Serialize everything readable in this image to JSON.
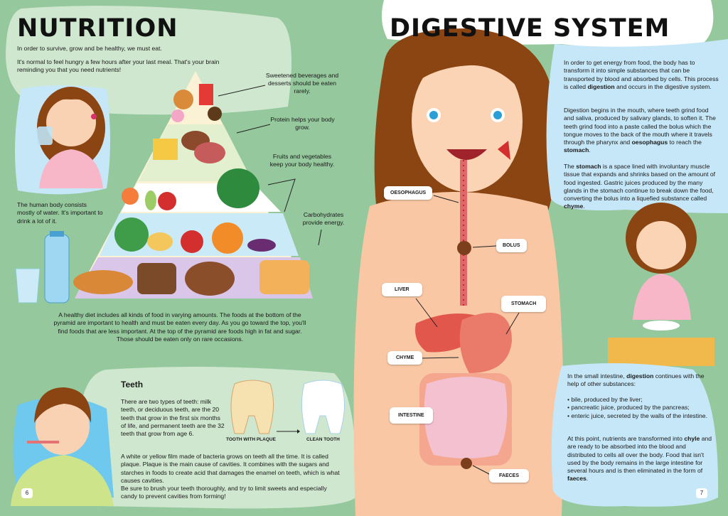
{
  "left_page": {
    "title": "NUTRITION",
    "intro_1": "In order to survive, grow and be healthy, we must eat.",
    "intro_2": "It's normal to feel hungry a few hours after your last meal. That's your brain reminding you that you need nutrients!",
    "water_note": "The human body consists mostly of water. It's important to drink a lot of it.",
    "pyramid_notes": [
      "Sweetened beverages and desserts should be eaten rarely.",
      "Protein helps your body grow.",
      "Fruits and vegetables keep your body healthy.",
      "Carbohydrates provide energy."
    ],
    "diet_text": "A healthy diet includes all kinds of food in varying amounts. The foods at the bottom of the pyramid are important to health and must be eaten every day. As you go toward the top, you'll find foods that are less important. At the top of the pyramid are foods high in fat and sugar. Those should be eaten only on rare occasions.",
    "teeth": {
      "heading": "Teeth",
      "text_1": "There are two types of teeth: milk teeth, or deciduous teeth, are the 20 teeth that grow in the first six months of life, and permanent teeth are the 32 teeth that grow from age 6.",
      "plaque_label": "TOOTH WITH PLAQUE",
      "clean_label": "CLEAN TOOTH",
      "text_2": "A white or yellow film made of bacteria grows on teeth all the time. It is called plaque. Plaque is the main cause of cavities. It combines with the sugars and starches in foods to create acid that damages the enamel on teeth, which is what causes cavities.",
      "text_3": "Be sure to brush your teeth thoroughly, and try to limit sweets and especially candy to prevent cavities from forming!"
    },
    "page_number": "6"
  },
  "right_page": {
    "title": "DIGESTIVE SYSTEM",
    "p1_a": "In order to get energy from food, the body has to transform it into simple substances that can be transported by blood and absorbed by cells. This process is called ",
    "p1_b": "digestion",
    "p1_c": " and occurs in the digestive system.",
    "p2_a": "Digestion begins in the mouth, where teeth grind food and saliva, produced by salivary glands, to soften it. The teeth grind food into a paste called the bolus which the tongue moves to the back of the mouth where it travels through the pharynx and ",
    "p2_b": "oesophagus",
    "p2_c": " to reach the ",
    "p2_d": "stomach",
    "p2_e": ".",
    "p3_a": "The ",
    "p3_b": "stomach",
    "p3_c": " is a space lined with involuntary muscle tissue that expands and shrinks based on the amount of food ingested. Gastric juices produced by the many glands in the stomach continue to break down the food, converting the bolus into a liquefied substance called ",
    "p3_d": "chyme",
    "p3_e": ".",
    "p4_a": "In the small intestine, ",
    "p4_b": "digestion",
    "p4_c": " continues with the help of other substances:",
    "bullets": [
      "bile, produced by the liver;",
      "pancreatic juice, produced by the pancreas;",
      "enteric juice, secreted by the walls of the intestine."
    ],
    "p5_a": "At this point, nutrients are transformed into ",
    "p5_b": "chyle",
    "p5_c": " and are ready to be absorbed into the blood and distributed to cells all over the body. Food that isn't used by the body remains in the large intestine for several hours and is then eliminated in the form of ",
    "p5_d": "faeces",
    "p5_e": ".",
    "labels": {
      "oesophagus": "OESOPHAGUS",
      "bolus": "BOLUS",
      "liver": "LIVER",
      "stomach": "STOMACH",
      "chyme": "CHYME",
      "intestine": "INTESTINE",
      "faeces": "FAECES"
    },
    "page_number": "7"
  },
  "colors": {
    "background": "#95c89c",
    "bubble_green": "#cfe7cf",
    "bubble_blue": "#c6e7f8",
    "skin": "#f9c7a4",
    "hair": "#8b4513"
  }
}
